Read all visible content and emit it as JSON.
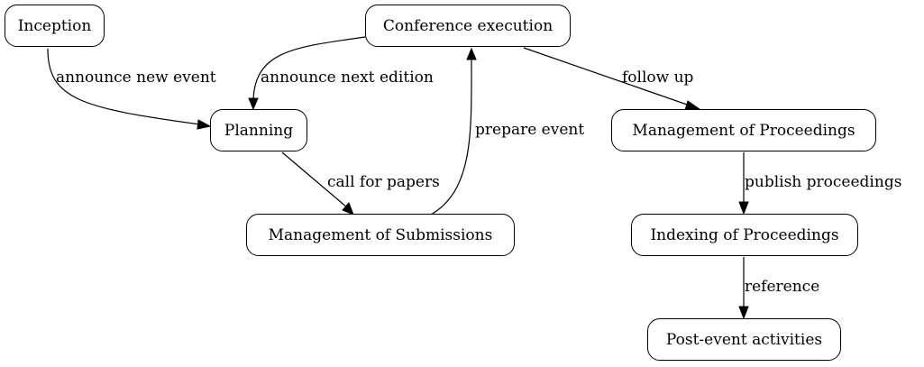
{
  "nodes": {
    "inception": "Inception",
    "conference_execution": "Conference execution",
    "planning": "Planning",
    "management_of_proceedings": "Management of Proceedings",
    "management_of_submissions": "Management of Submissions",
    "indexing_of_proceedings": "Indexing of Proceedings",
    "post_event_activities": "Post-event activities"
  },
  "edges": {
    "announce_new_event": "announce new event",
    "announce_next_edition": "announce next edition",
    "follow_up": "follow up",
    "prepare_event": "prepare event",
    "call_for_papers": "call for papers",
    "publish_proceedings": "publish proceedings",
    "reference": "reference"
  }
}
